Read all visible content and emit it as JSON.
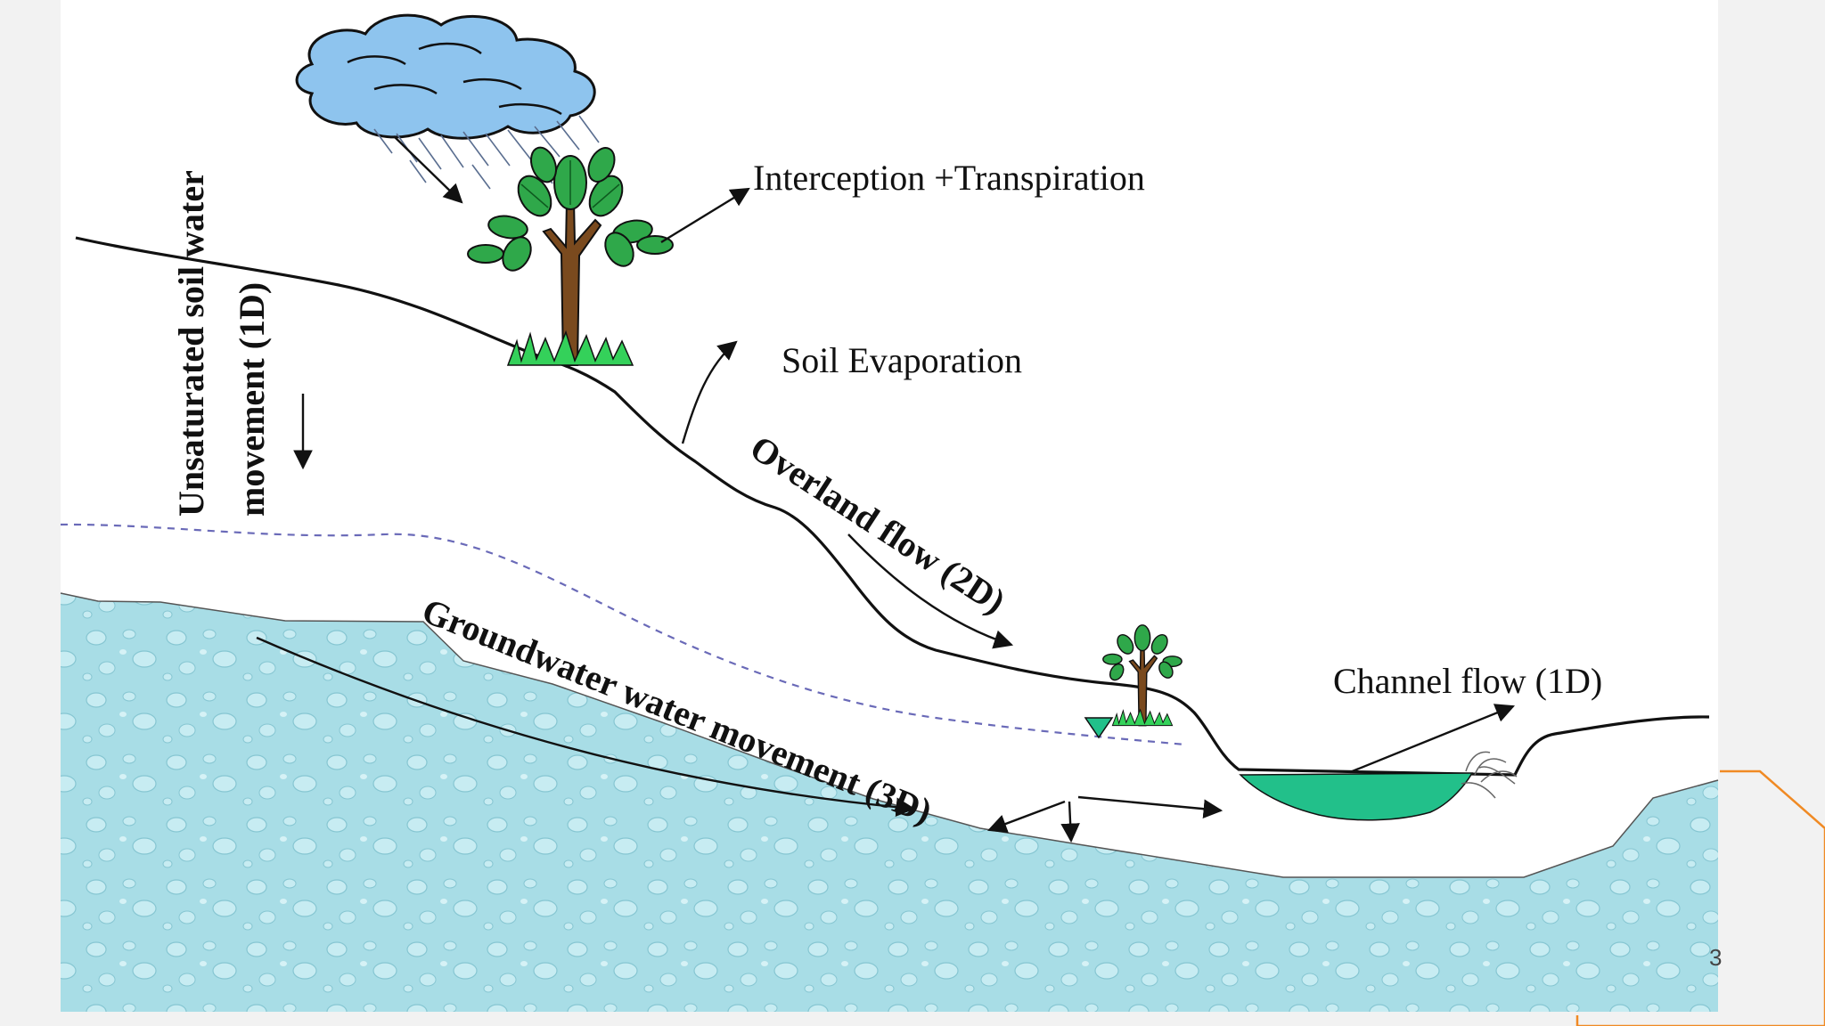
{
  "diagram": {
    "labels": {
      "interception": "Interception +Transpiration",
      "soil_evaporation": "Soil Evaporation",
      "unsaturated_line1": "Unsaturated soil water",
      "unsaturated_line2": "movement (1D)",
      "overland": "Overland flow (2D)",
      "groundwater": "Groundwater water movement (3D)",
      "channel": "Channel flow (1D)"
    },
    "colors": {
      "groundwater": "#a8dde6",
      "channel_water": "#22c08a",
      "cloud": "#8ec4ee",
      "foliage": "#2fa84a",
      "trunk": "#7a4a1e",
      "water_table_line": "#6a6ab8",
      "accent": "#f08a24"
    },
    "icons": [
      "cloud-rain-icon",
      "tree-icon",
      "water-table-triangle-icon"
    ]
  },
  "slide": {
    "page_number": "3"
  }
}
